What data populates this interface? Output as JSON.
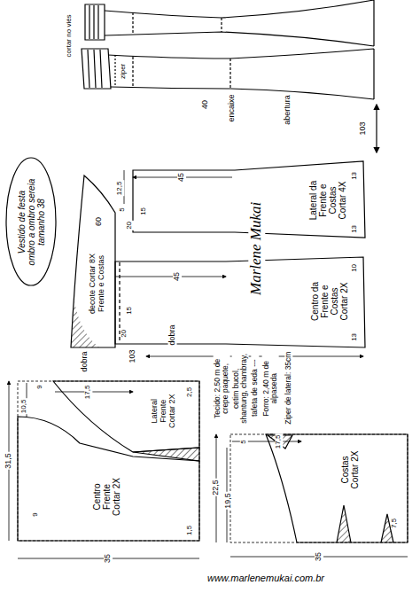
{
  "diagram": {
    "title": "Vestido de festa ombro a ombro sereia tamanho 38",
    "nodes": [
      {
        "text": [
          "Lateral da Frente e Costas Cortar 4X"
        ]
      },
      {
        "text": [
          "Centro da Frente e Costas Cortar 2X"
        ]
      },
      {
        "text": [
          "decote Cortar 8X",
          "Frente e Costas"
        ]
      },
      {
        "text": [
          "Lateral Frente Cortar 2X"
        ]
      },
      {
        "text": [
          "Centro Frente Cortar 2X"
        ]
      },
      {
        "text": [
          "Costas Cortar 2X"
        ]
      }
    ],
    "labels": [
      "ziper",
      "cortar no viés",
      "40",
      "encaixe",
      "abertura",
      "103",
      "12,5",
      "45",
      "15",
      "20",
      "13",
      "13",
      "45",
      "15",
      "20",
      "dobra",
      "10",
      "13",
      "103",
      "60",
      "dobra",
      "5",
      "Marlene Mukai",
      "Tecido: 2,50 m de crepe paquete,",
      "cetim bucol, shantung, chambray,",
      "tafeta de seda ---",
      "Forro: 2,40 m de alpaseda",
      "Ziper de lateral: 35cm",
      "17,5",
      "10,5",
      "31,5",
      "9",
      "9",
      "2,5",
      "1,5",
      "35",
      "22,5",
      "19,5",
      "17,5",
      "5",
      "7,5",
      "35",
      "www.marlenemukai.com.br"
    ]
  }
}
